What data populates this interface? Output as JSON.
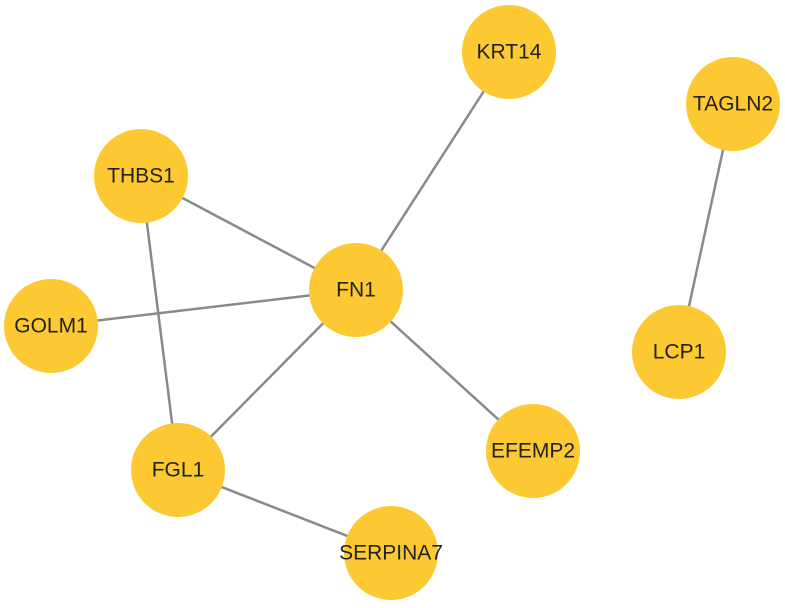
{
  "colors": {
    "node_fill": "#fcc932",
    "edge_stroke": "#8a8a8a",
    "label_text": "#222222",
    "background": "#ffffff"
  },
  "nodes": [
    {
      "id": "FN1",
      "label": "FN1"
    },
    {
      "id": "KRT14",
      "label": "KRT14"
    },
    {
      "id": "THBS1",
      "label": "THBS1"
    },
    {
      "id": "GOLM1",
      "label": "GOLM1"
    },
    {
      "id": "FGL1",
      "label": "FGL1"
    },
    {
      "id": "EFEMP2",
      "label": "EFEMP2"
    },
    {
      "id": "SERPINA7",
      "label": "SERPINA7"
    },
    {
      "id": "TAGLN2",
      "label": "TAGLN2"
    },
    {
      "id": "LCP1",
      "label": "LCP1"
    }
  ],
  "edges": [
    {
      "source": "FN1",
      "target": "KRT14"
    },
    {
      "source": "FN1",
      "target": "THBS1"
    },
    {
      "source": "FN1",
      "target": "GOLM1"
    },
    {
      "source": "FN1",
      "target": "FGL1"
    },
    {
      "source": "FN1",
      "target": "EFEMP2"
    },
    {
      "source": "THBS1",
      "target": "FGL1"
    },
    {
      "source": "FGL1",
      "target": "SERPINA7"
    },
    {
      "source": "TAGLN2",
      "target": "LCP1"
    }
  ]
}
